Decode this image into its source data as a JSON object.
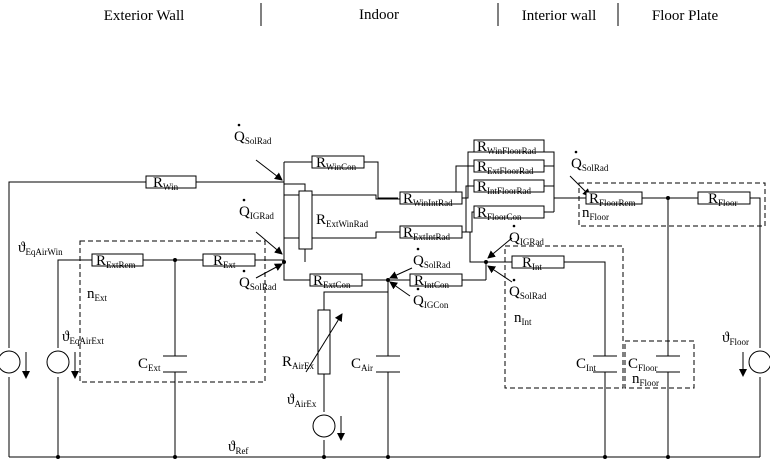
{
  "header": {
    "sections": [
      "Exterior Wall",
      "Indoor",
      "Interior wall",
      "Floor Plate"
    ]
  },
  "symbols": {
    "R": "R",
    "C": "C",
    "Q": "Q",
    "theta": "ϑ",
    "n": "n"
  },
  "subscripts": {
    "win": "Win",
    "win_con": "WinCon",
    "ext_win_rad": "ExtWinRad",
    "win_int_rad": "WinIntRad",
    "ext_int_rad": "ExtIntRad",
    "ext_rem": "ExtRem",
    "ext": "Ext",
    "ext_con": "ExtCon",
    "int_con": "IntCon",
    "win_floor_rad": "WinFloorRad",
    "ext_floor_rad": "ExtFloorRad",
    "int_floor_rad": "IntFloorRad",
    "floor_con": "FloorCon",
    "floor_rem": "FloorRem",
    "floor": "Floor",
    "int": "Int",
    "sol_rad": "SolRad",
    "ig_rad": "IGRad",
    "ig_con": "IGCon",
    "eq_air_win": "EqAirWin",
    "eq_air_ext": "EqAirExt",
    "air_ex": "AirEx",
    "air": "Air",
    "ref": "Ref"
  }
}
